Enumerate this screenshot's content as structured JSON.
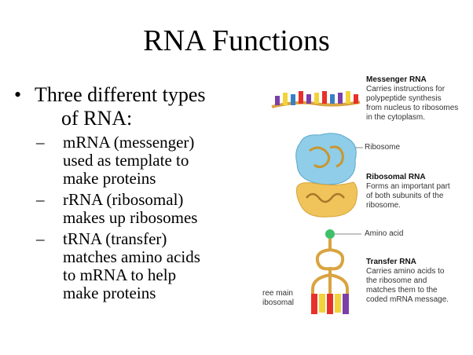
{
  "slide": {
    "title": "RNA Functions",
    "bullet": {
      "line1": "Three different types",
      "line2": "of RNA:"
    },
    "subbullets": [
      {
        "lines": [
          "mRNA (messenger)",
          "used as template to",
          "make proteins"
        ]
      },
      {
        "lines": [
          "rRNA (ribosomal)",
          "makes up ribosomes"
        ]
      },
      {
        "lines": [
          "tRNA (transfer)",
          "matches amino acids",
          "to mRNA to help",
          "make proteins"
        ]
      }
    ]
  },
  "figure": {
    "mrna": {
      "title": "Messenger RNA",
      "desc": [
        "Carries instructions for",
        "polypeptide synthesis",
        "from nucleus to ribosomes",
        "in the cytoplasm."
      ]
    },
    "ribosome_label": "Ribosome",
    "rrna": {
      "title": "Ribosomal RNA",
      "desc": [
        "Forms an important part",
        "of both subunits of the",
        "ribosome."
      ]
    },
    "amino_acid_label": "Amino acid",
    "trna": {
      "title": "Transfer RNA",
      "desc": [
        "Carries amino acids to",
        "the ribosome and",
        "matches them to the",
        "coded mRNA message."
      ]
    },
    "cut_text": [
      "ree main",
      "ibosomal"
    ],
    "colors": {
      "backbone": "#d9a441",
      "red": "#e8302a",
      "yellow": "#f2d33b",
      "purple": "#7b3fa8",
      "blue": "#3a7fc4",
      "ribosome_top": "#8fcde8",
      "ribosome_bottom": "#f0c45a",
      "amino_acid": "#3fbf6a"
    }
  }
}
